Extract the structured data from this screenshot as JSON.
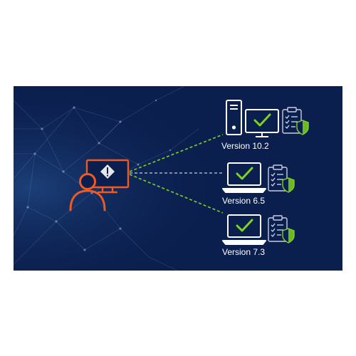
{
  "colors": {
    "background": "#0b1f4e",
    "user_accent": "#f05a22",
    "link_green": "#7ed321",
    "link_neutral": "#c8cde0",
    "device_stroke": "#ffffff",
    "check": "#7ed321"
  },
  "source": {
    "icon": "user-with-warning-monitor-icon",
    "status": "warning"
  },
  "targets": [
    {
      "label": "Version 10.2",
      "device": "desktop-pc-icon",
      "status": "check",
      "link": "dashed-green"
    },
    {
      "label": "Version 6.5",
      "device": "laptop-icon",
      "status": "check",
      "link": "dashed-neutral"
    },
    {
      "label": "Version 7.3",
      "device": "laptop-icon",
      "status": "check",
      "link": "dashed-green"
    }
  ]
}
